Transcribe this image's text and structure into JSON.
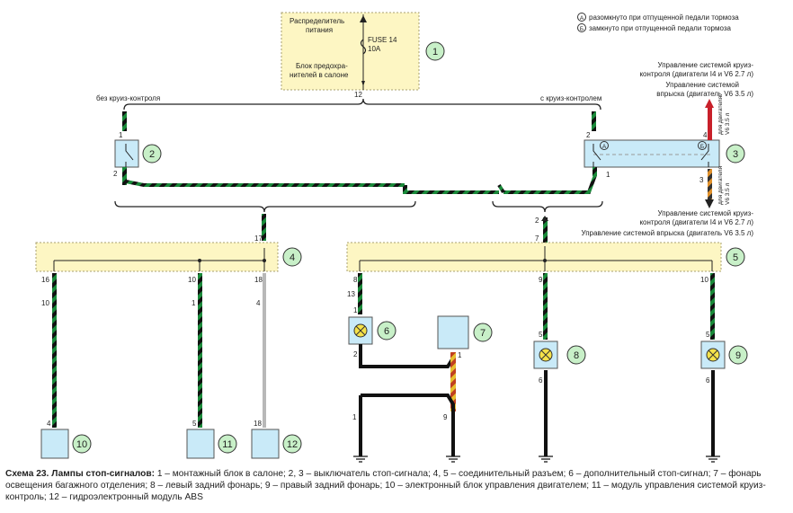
{
  "legend": {
    "a_letter": "А",
    "a_text": "разомкнуто при отпущенной педали тормоза",
    "b_letter": "Б",
    "b_text": "замкнуто при отпущенной педали тормоза"
  },
  "fuse_box": {
    "label_top": [
      "Распределитель",
      "питания"
    ],
    "fuse_label": [
      "FUSE 14",
      "10A"
    ],
    "label_bottom": [
      "Блок предохра-",
      "нителей в салоне"
    ],
    "pin_out": "12",
    "number": "1"
  },
  "branches": {
    "left": "без круиз-контроля",
    "right": "с круиз-контролем"
  },
  "right_notes": {
    "top1": [
      "Управление системой круиз-",
      "контроля (двигатели I4 и V6 2.7 л)"
    ],
    "top2": [
      "Управление системой",
      "впрыска (двигатель V6 3.5 л)"
    ],
    "vert_top": [
      "для двигателя",
      "V6 3.5 л"
    ],
    "vert_bot": [
      "для двигателя",
      "V6 3.5 л"
    ],
    "bot1": [
      "Управление системой круиз-",
      "контроля (двигатели I4 и V6 2.7 л)"
    ],
    "bot2": "Управление системой впрыска (двигатель V6 3.5 л)"
  },
  "components": {
    "c2": "2",
    "c3": "3",
    "c4": "4",
    "c5": "5",
    "c6": "6",
    "c7": "7",
    "c8": "8",
    "c9": "9",
    "c10": "10",
    "c11": "11",
    "c12": "12"
  },
  "switch3_letters": {
    "a": "А",
    "b": "Б"
  },
  "pins": {
    "sw2_1": "1",
    "sw2_2": "2",
    "sw3_2": "2",
    "sw3_1": "1",
    "sw3_4": "4",
    "sw3_3": "3",
    "c4_17": "17",
    "c4_16": "16",
    "c4_10": "10",
    "c4_18": "18",
    "c5_2": "2",
    "c5_7": "7",
    "c5_8": "8",
    "c5_9": "9",
    "c5_10": "10",
    "w10_top": "10",
    "w11_top": "1",
    "w12_top": "4",
    "b10_pin": "4",
    "b11_pin": "5",
    "b12_pin": "18",
    "l6_13": "13",
    "l6_1": "1",
    "l6_2": "2",
    "l7_1": "1",
    "l7_9": "9",
    "gnd_1": "1",
    "l8_5": "5",
    "l8_6": "6",
    "l9_5": "5",
    "l9_6": "6"
  },
  "caption": {
    "title": "Схема 23. Лампы стоп-сигналов:",
    "text": " 1 – монтажный блок в салоне; 2, 3 – выключатель стоп-сигнала; 4, 5 – соединительный разъем; 6 – дополнительный стоп-сигнал; 7 – фонарь освещения багажного отделения; 8 – левый задний фонарь; 9 – правый задний фонарь; 10 – электронный блок управления двигателем; 11 – модуль управления системой круиз-контроль; 12 – гидроэлектронный модуль ABS"
  }
}
